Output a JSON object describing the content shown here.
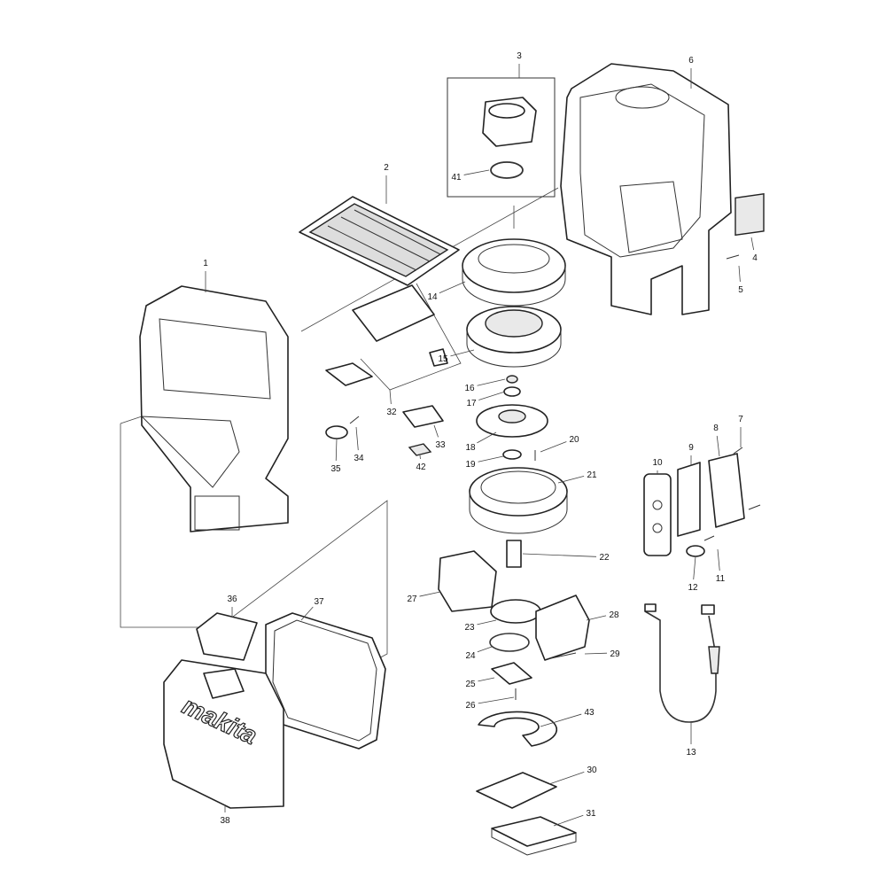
{
  "diagram": {
    "type": "exploded-parts-diagram",
    "brand_logo": "makita",
    "part_labels": [
      "3",
      "6",
      "2",
      "41",
      "1",
      "4",
      "5",
      "14",
      "15",
      "16",
      "17",
      "32",
      "7",
      "8",
      "9",
      "10",
      "18",
      "20",
      "19",
      "35",
      "34",
      "33",
      "42",
      "21",
      "22",
      "27",
      "12",
      "11",
      "36",
      "37",
      "28",
      "23",
      "24",
      "29",
      "25",
      "26",
      "43",
      "13",
      "30",
      "31",
      "38"
    ]
  }
}
